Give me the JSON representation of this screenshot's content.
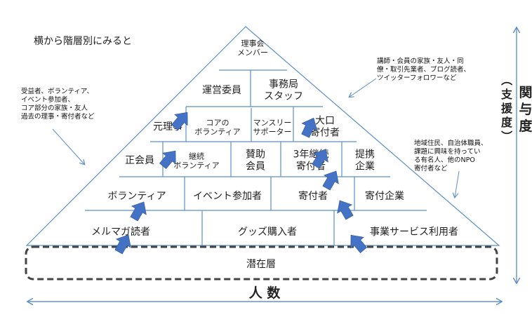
{
  "heading": "横から階層別にみると",
  "axis_x_label": "人 数",
  "axis_y_label": {
    "main": "関与度",
    "paren": "（支援度）"
  },
  "base_layer": "潜在層",
  "rows": {
    "row1": [
      "メルマガ読者",
      "グッズ購入者",
      "事業サービス利用者"
    ],
    "row2": [
      "ボランティア",
      "イベント参加者",
      "寄付者",
      "寄付企業"
    ],
    "row3": [
      "正会員",
      "継続\nボランティア",
      "賛助\n会員",
      "3年継続\n寄付者",
      "提携\n企業"
    ],
    "row4": [
      "元理事",
      "コアの\nボランティア",
      "マンスリー\nサポーター",
      "大口\n寄付者"
    ],
    "row5": [
      "運営委員",
      "事務局\nスタッフ"
    ],
    "top": "理事会\nメンバー"
  },
  "notes": {
    "left": [
      "受益者、ボランティア、",
      "イベント参加者、",
      "コア部分の家族・友人",
      "過去の理事・寄付者など"
    ],
    "top_right": [
      "講師・会員の家族・友人・同",
      "僚・取引先業者、ブログ読者、",
      "ツイッターフォロワーなど"
    ],
    "right": [
      "地域住民、自治体職員、",
      "課題に興味を持ってい",
      "る有名人、他のNPO",
      "寄付者など"
    ]
  },
  "colors": {
    "line": "#5b8fc9",
    "arrow": "#4472c4",
    "text": "#222222"
  }
}
